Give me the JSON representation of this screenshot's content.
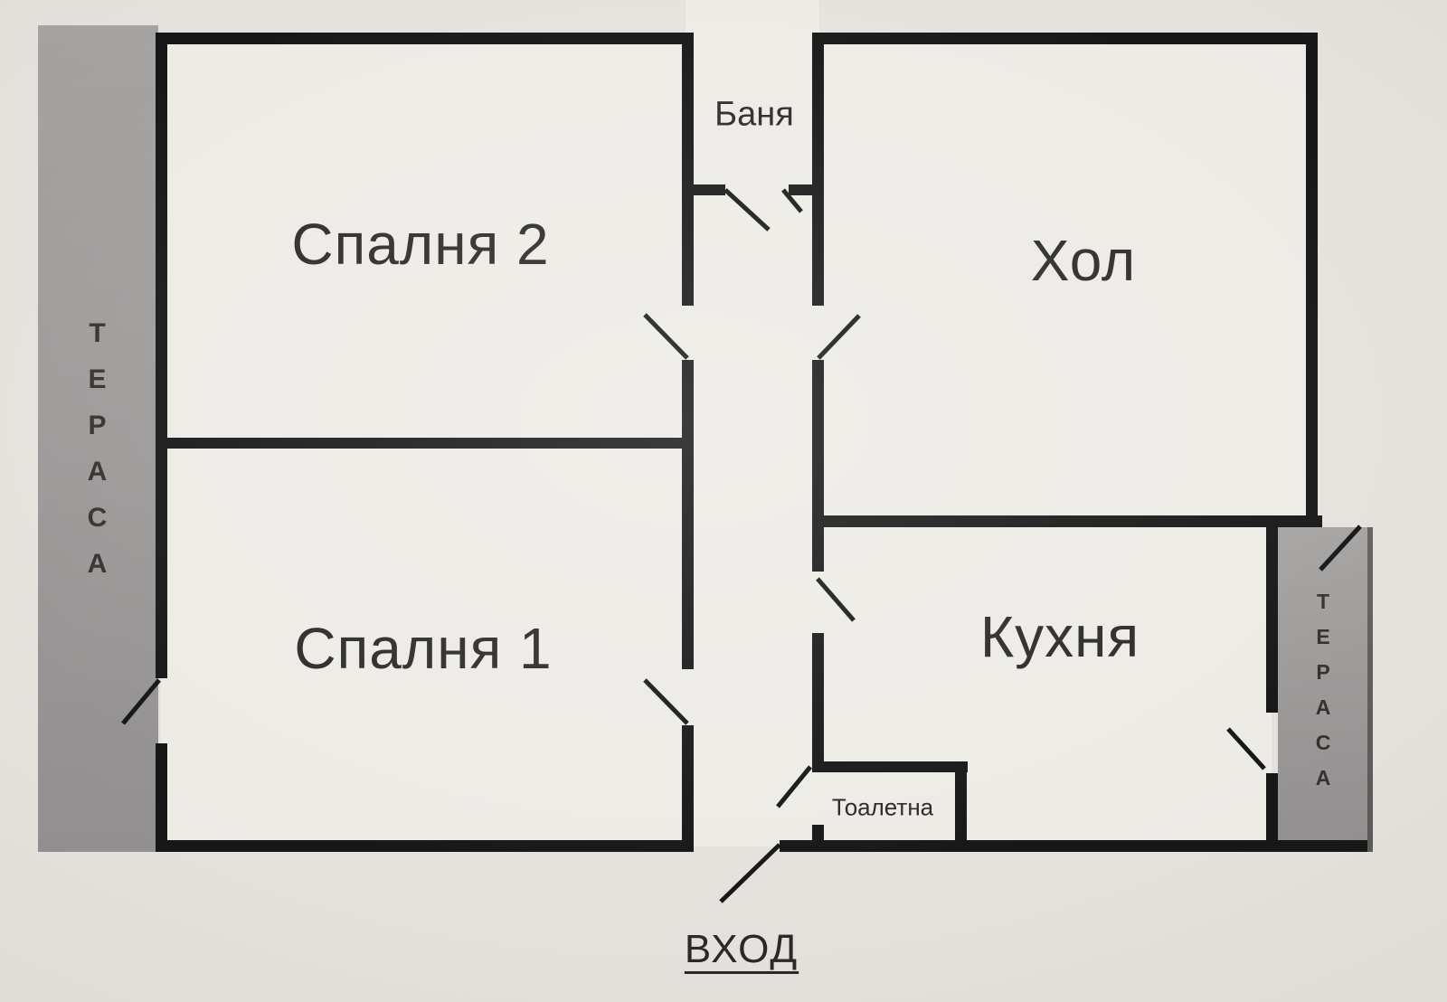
{
  "colors": {
    "bg": "#e5e2dd",
    "room": "#edebe6",
    "wall": "#171717",
    "terrace-a": "#a6a4a2",
    "terrace-b": "#929090",
    "text": "#2a2927"
  },
  "rooms": {
    "bedroom2": {
      "label": "Спалня 2"
    },
    "bathroom": {
      "label": "Баня"
    },
    "living": {
      "label": "Хол"
    },
    "bedroom1": {
      "label": "Спалня 1"
    },
    "kitchen": {
      "label": "Кухня"
    },
    "toilet": {
      "label": "Тоалетна"
    },
    "terrace_left": {
      "label": "ТЕРАСА"
    },
    "terrace_right": {
      "label": "ТЕРАСА"
    },
    "entrance": {
      "label": "ВХОД"
    }
  }
}
